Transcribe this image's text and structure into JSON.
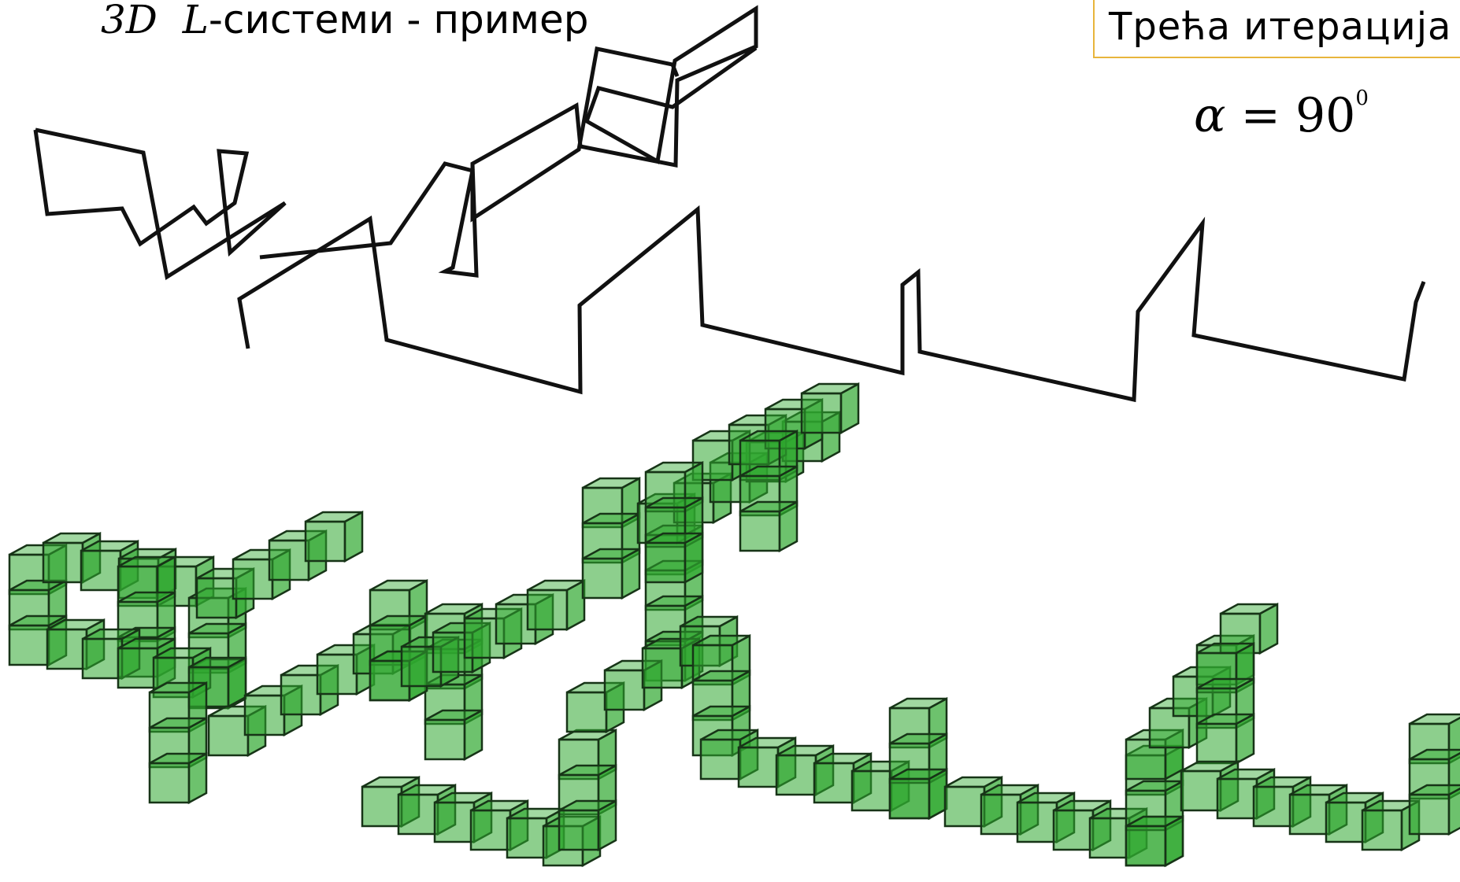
{
  "title": {
    "prefix": "3D",
    "letter": "L",
    "rest": "-системи - пример"
  },
  "iteration_label": "Трећа итерација",
  "formula": {
    "symbol": "α",
    "operator": "=",
    "value": "90",
    "superscript": "0"
  },
  "colors": {
    "path_stroke": "#111111",
    "cube_fill": "#2fa82f",
    "cube_edge": "#173417",
    "box_border": "#e8b53c"
  }
}
